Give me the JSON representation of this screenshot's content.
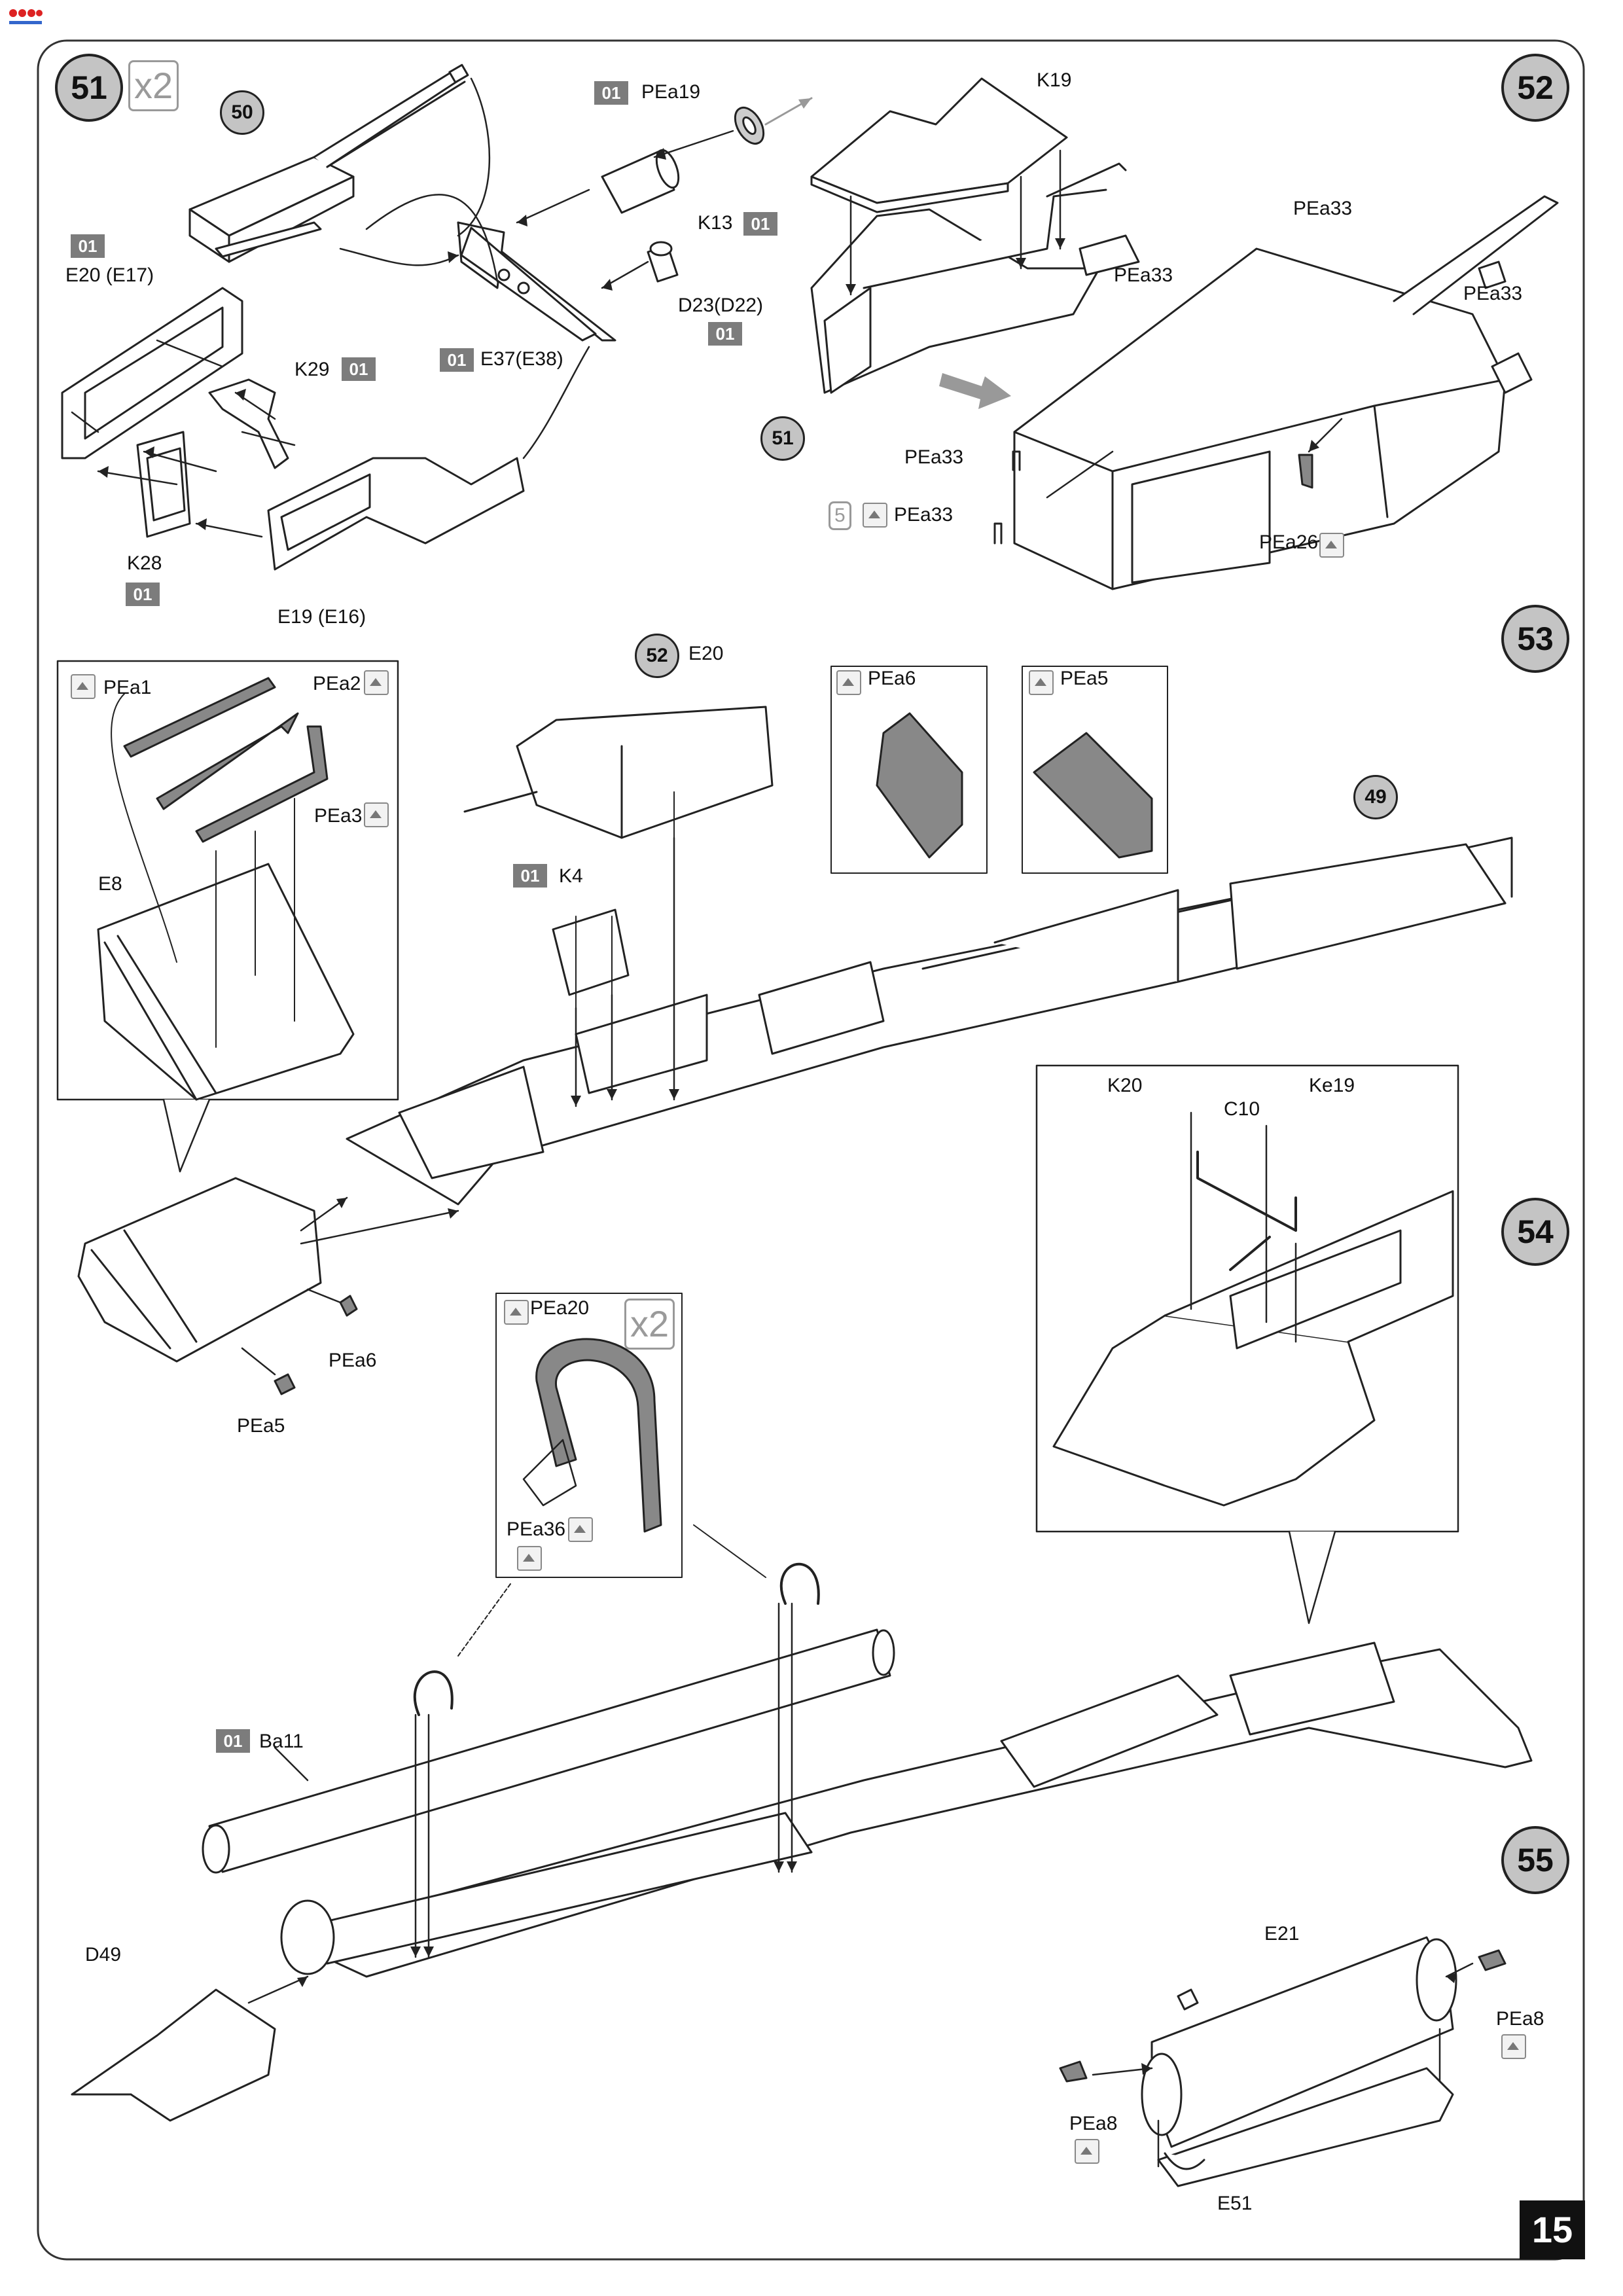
{
  "page_number": "15",
  "step_numbers": {
    "s51": "51",
    "s52": "52",
    "s53": "53",
    "s54": "54",
    "s55": "55"
  },
  "step_refs": {
    "r50": "50",
    "r51": "51",
    "r52": "52",
    "r49": "49"
  },
  "multipliers": {
    "m51": "x2",
    "m53": "x2",
    "m5": "5"
  },
  "sprue_badge": "01",
  "labels": {
    "pea19": "PEa19",
    "k13": "K13",
    "d23": "D23(D22)",
    "e37": "E37(E38)",
    "e20": "E20 (E17)",
    "k29": "K29",
    "k28": "K28",
    "e19": "E19 (E16)",
    "k19": "K19",
    "pea33_a": "PEa33",
    "pea33_b": "PEa33",
    "pea33_c": "PEa33",
    "pea33_d": "PEa33",
    "pea33_e": "PEa33",
    "pea26": "PEa26",
    "pea1": "PEa1",
    "pea2": "PEa2",
    "pea3": "PEa3",
    "e8": "E8",
    "e20b": "E20",
    "pea6_box": "PEa6",
    "pea5_box": "PEa5",
    "k4": "K4",
    "pea6": "PEa6",
    "pea5": "PEa5",
    "k20": "K20",
    "c10": "C10",
    "ke19": "Ke19",
    "pea20": "PEa20",
    "pea36": "PEa36",
    "ba11": "Ba11",
    "d49": "D49",
    "e21": "E21",
    "pea8_r": "PEa8",
    "pea8_l": "PEa8",
    "e51": "E51"
  },
  "colors": {
    "line": "#222222",
    "badge": "#7c7c7c",
    "step_fill": "#c4c4c4",
    "pe_part": "#8a8a8a"
  }
}
